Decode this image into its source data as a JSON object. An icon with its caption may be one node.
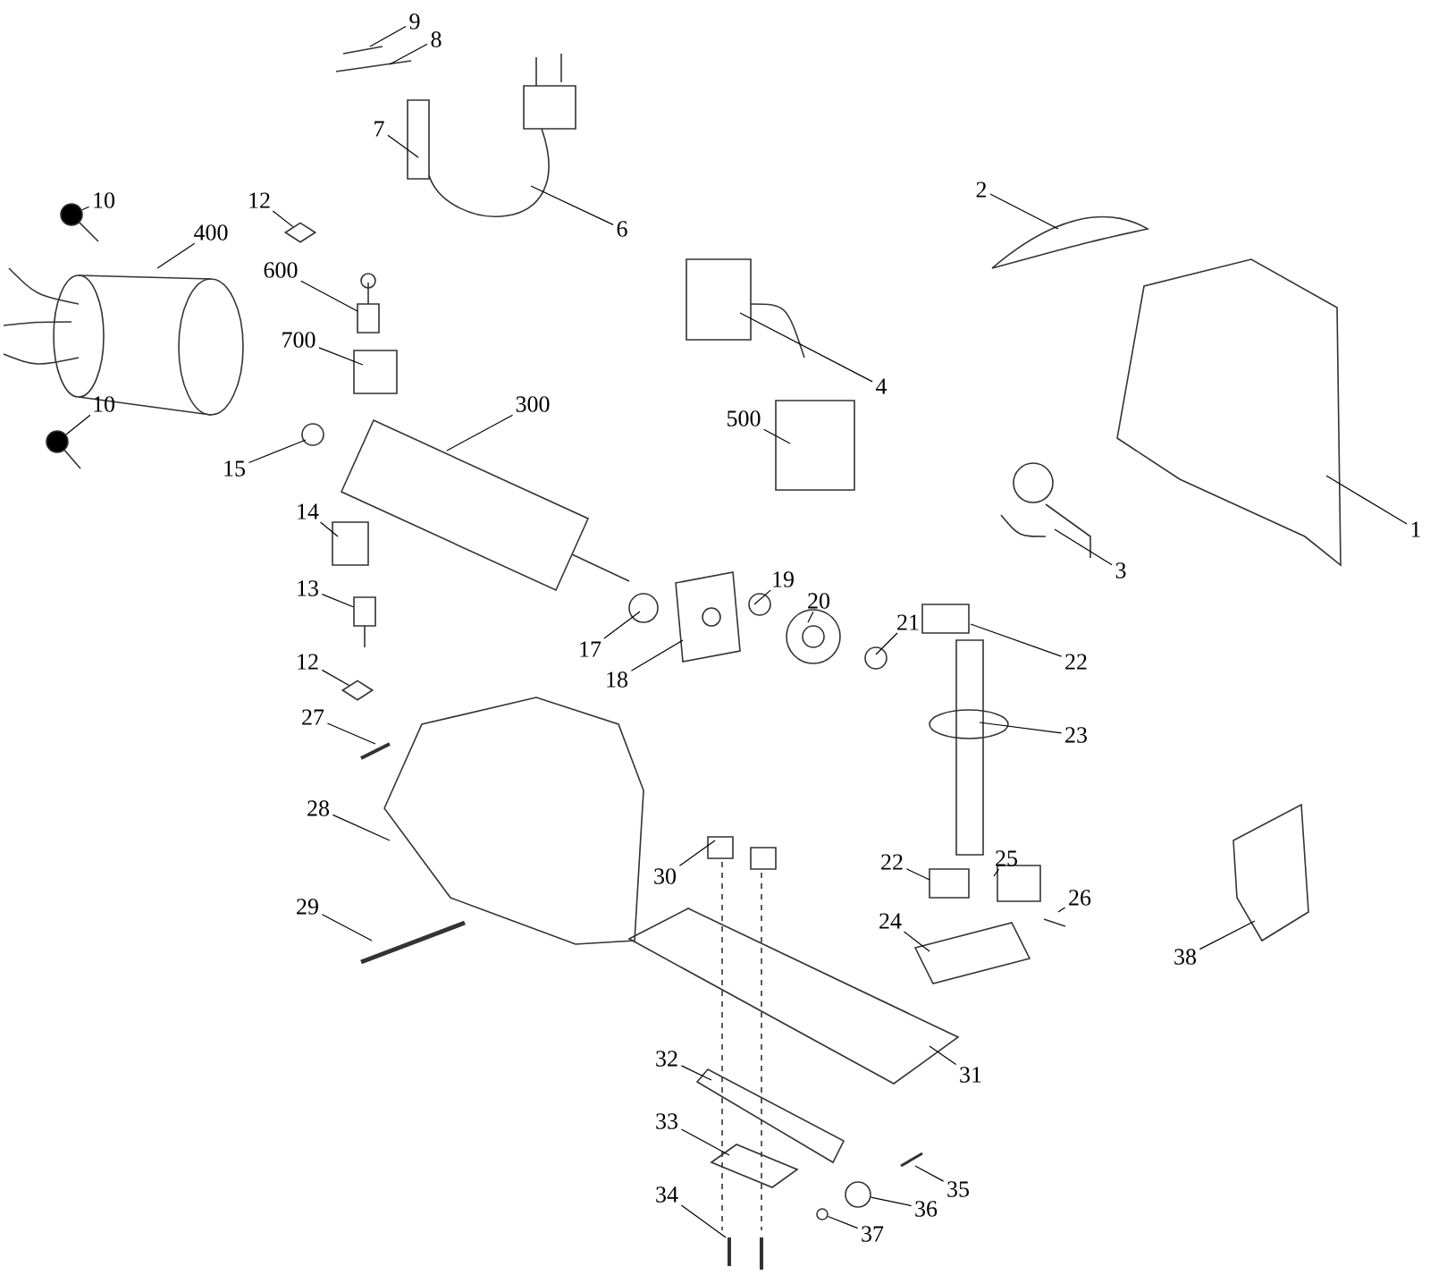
{
  "diagram": {
    "nodes": [
      {
        "text": [
          "9"
        ]
      },
      {
        "text": [
          "8"
        ]
      },
      {
        "text": [
          "7"
        ]
      },
      {
        "text": [
          "6"
        ]
      },
      {
        "text": [
          "2"
        ]
      },
      {
        "text": [
          "10"
        ]
      },
      {
        "text": [
          "400"
        ]
      },
      {
        "text": [
          "12"
        ]
      },
      {
        "text": [
          "600"
        ]
      },
      {
        "text": [
          "700"
        ]
      },
      {
        "text": [
          "10"
        ]
      },
      {
        "text": [
          "15"
        ]
      },
      {
        "text": [
          "300"
        ]
      },
      {
        "text": [
          "4"
        ]
      },
      {
        "text": [
          "500"
        ]
      },
      {
        "text": [
          "1"
        ]
      },
      {
        "text": [
          "3"
        ]
      },
      {
        "text": [
          "14"
        ]
      },
      {
        "text": [
          "13"
        ]
      },
      {
        "text": [
          "12"
        ]
      },
      {
        "text": [
          "27"
        ]
      },
      {
        "text": [
          "17"
        ]
      },
      {
        "text": [
          "18"
        ]
      },
      {
        "text": [
          "19"
        ]
      },
      {
        "text": [
          "20"
        ]
      },
      {
        "text": [
          "21"
        ]
      },
      {
        "text": [
          "22"
        ]
      },
      {
        "text": [
          "23"
        ]
      },
      {
        "text": [
          "28"
        ]
      },
      {
        "text": [
          "30"
        ]
      },
      {
        "text": [
          "22"
        ]
      },
      {
        "text": [
          "25"
        ]
      },
      {
        "text": [
          "26"
        ]
      },
      {
        "text": [
          "24"
        ]
      },
      {
        "text": [
          "29"
        ]
      },
      {
        "text": [
          "38"
        ]
      },
      {
        "text": [
          "31"
        ]
      },
      {
        "text": [
          "32"
        ]
      },
      {
        "text": [
          "33"
        ]
      },
      {
        "text": [
          "35"
        ]
      },
      {
        "text": [
          "36"
        ]
      },
      {
        "text": [
          "34"
        ]
      },
      {
        "text": [
          "37"
        ]
      },
      {
        "text": [],
        "shape": "circle"
      },
      {
        "text": [],
        "shape": "circle"
      },
      {
        "text": [],
        "shape": "diamond"
      },
      {
        "text": [],
        "shape": "box"
      },
      {
        "text": [],
        "shape": "diamond"
      },
      {
        "text": [],
        "shape": "circle"
      },
      {
        "text": [],
        "shape": "circle"
      }
    ],
    "edges": [
      {
        "from": 0,
        "to": null,
        "arrow": "none"
      },
      {
        "from": 1,
        "to": null,
        "arrow": "none"
      },
      {
        "from": 2,
        "to": null,
        "arrow": "none"
      },
      {
        "from": 3,
        "to": null,
        "arrow": "none"
      },
      {
        "from": 4,
        "to": null,
        "arrow": "none"
      },
      {
        "from": 5,
        "to": 43,
        "arrow": "none"
      },
      {
        "from": 6,
        "to": null,
        "arrow": "none"
      },
      {
        "from": 7,
        "to": 45,
        "arrow": "none"
      },
      {
        "from": 8,
        "to": null,
        "arrow": "none"
      },
      {
        "from": 9,
        "to": null,
        "arrow": "none"
      },
      {
        "from": 10,
        "to": 44,
        "arrow": "none"
      },
      {
        "from": 11,
        "to": null,
        "arrow": "none"
      },
      {
        "from": 12,
        "to": null,
        "arrow": "none"
      },
      {
        "from": 13,
        "to": null,
        "arrow": "none"
      },
      {
        "from": 14,
        "to": null,
        "arrow": "none"
      },
      {
        "from": 15,
        "to": null,
        "arrow": "none"
      },
      {
        "from": 16,
        "to": null,
        "arrow": "none"
      },
      {
        "from": 17,
        "to": null,
        "arrow": "none"
      },
      {
        "from": 18,
        "to": 46,
        "arrow": "none"
      },
      {
        "from": 19,
        "to": 47,
        "arrow": "none"
      },
      {
        "from": 20,
        "to": null,
        "arrow": "none"
      },
      {
        "from": 21,
        "to": null,
        "arrow": "none"
      },
      {
        "from": 22,
        "to": null,
        "arrow": "none"
      },
      {
        "from": 23,
        "to": null,
        "arrow": "none"
      },
      {
        "from": 24,
        "to": null,
        "arrow": "none"
      },
      {
        "from": 25,
        "to": null,
        "arrow": "none"
      },
      {
        "from": 26,
        "to": null,
        "arrow": "none"
      },
      {
        "from": 27,
        "to": null,
        "arrow": "none"
      },
      {
        "from": 28,
        "to": null,
        "arrow": "none"
      },
      {
        "from": 29,
        "to": null,
        "arrow": "none"
      },
      {
        "from": 30,
        "to": null,
        "arrow": "none"
      },
      {
        "from": 31,
        "to": null,
        "arrow": "none"
      },
      {
        "from": 32,
        "to": null,
        "arrow": "none"
      },
      {
        "from": 33,
        "to": null,
        "arrow": "none"
      },
      {
        "from": 34,
        "to": null,
        "arrow": "none"
      },
      {
        "from": 35,
        "to": null,
        "arrow": "none"
      },
      {
        "from": 36,
        "to": null,
        "arrow": "none"
      },
      {
        "from": 37,
        "to": null,
        "arrow": "none"
      },
      {
        "from": 38,
        "to": null,
        "arrow": "none"
      },
      {
        "from": 39,
        "to": null,
        "arrow": "none"
      },
      {
        "from": 40,
        "to": 48,
        "arrow": "none"
      },
      {
        "from": 41,
        "to": null,
        "arrow": "none"
      },
      {
        "from": 42,
        "to": 49,
        "arrow": "none"
      }
    ]
  }
}
